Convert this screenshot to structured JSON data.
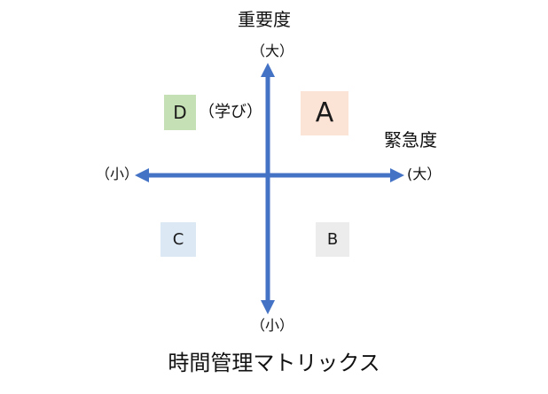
{
  "diagram": {
    "caption": "時間管理マトリックス",
    "y_axis": {
      "title": "重要度",
      "high_label": "（大）",
      "low_label": "（小）"
    },
    "x_axis": {
      "title": "緊急度",
      "high_label": "(大）",
      "low_label": "（小）"
    },
    "quadrants": {
      "a": {
        "label": "A",
        "color": "#fbe3d6"
      },
      "b": {
        "label": "B",
        "color": "#ececec"
      },
      "c": {
        "label": "C",
        "color": "#dde8f5"
      },
      "d": {
        "label": "D",
        "suffix": "（学び）",
        "color": "#c5e0b4"
      }
    },
    "arrow_color": "#4472c4"
  }
}
